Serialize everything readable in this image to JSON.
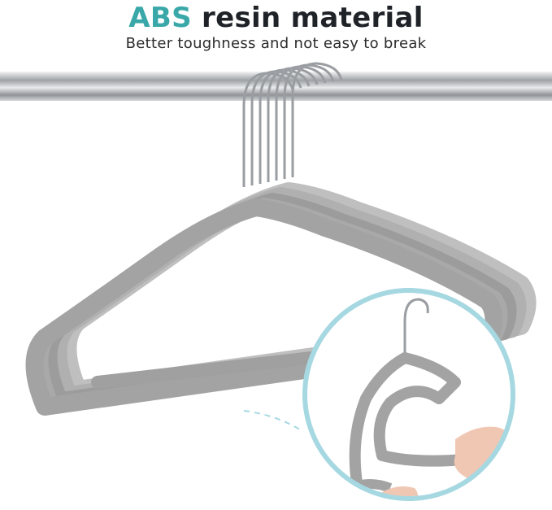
{
  "headline": {
    "accent_text": "ABS",
    "rest_text": " resin material",
    "accent_color": "#3aa8a8"
  },
  "subheadline": "Better toughness and not easy to break",
  "colors": {
    "hanger": "#a7a7a7",
    "hanger_edge": "#8d8d8d",
    "rod": "#c9ccce",
    "ring": "#a6d8e2"
  }
}
